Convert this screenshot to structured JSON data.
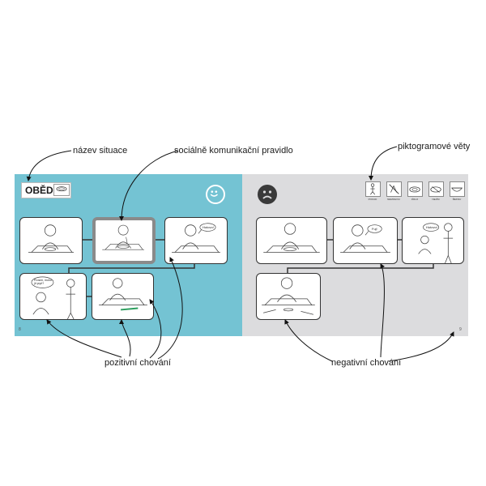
{
  "annotations": {
    "situation_name": "název situace",
    "social_rule": "sociálně komunikační pravidlo",
    "pictogram_sentences": "piktogramové věty",
    "positive_behavior": "pozitivní chování",
    "negative_behavior": "negativní chování"
  },
  "page": {
    "title": "OBĚD",
    "page_left": "8",
    "page_right": "9"
  },
  "pictograms": [
    {
      "label": "POKUD",
      "icon": "person-hand-icon"
    },
    {
      "label": "NEMOHOU",
      "icon": "crossed-hand-icon"
    },
    {
      "label": "JÍDLO",
      "icon": "plate-icon"
    },
    {
      "label": "NEJÍM",
      "icon": "plate-icon"
    },
    {
      "label": "ŘEKNU",
      "icon": "bowl-icon"
    }
  ],
  "speech": {
    "left_top_right": "Hotovo!",
    "left_bottom_left": "Prosím, mohu jít pryč?",
    "right_top_mid": "Fuj!",
    "right_top_right": "Hotovo!"
  },
  "colors": {
    "positive_panel": "#74c3d3",
    "negative_panel": "#dcdcde"
  }
}
